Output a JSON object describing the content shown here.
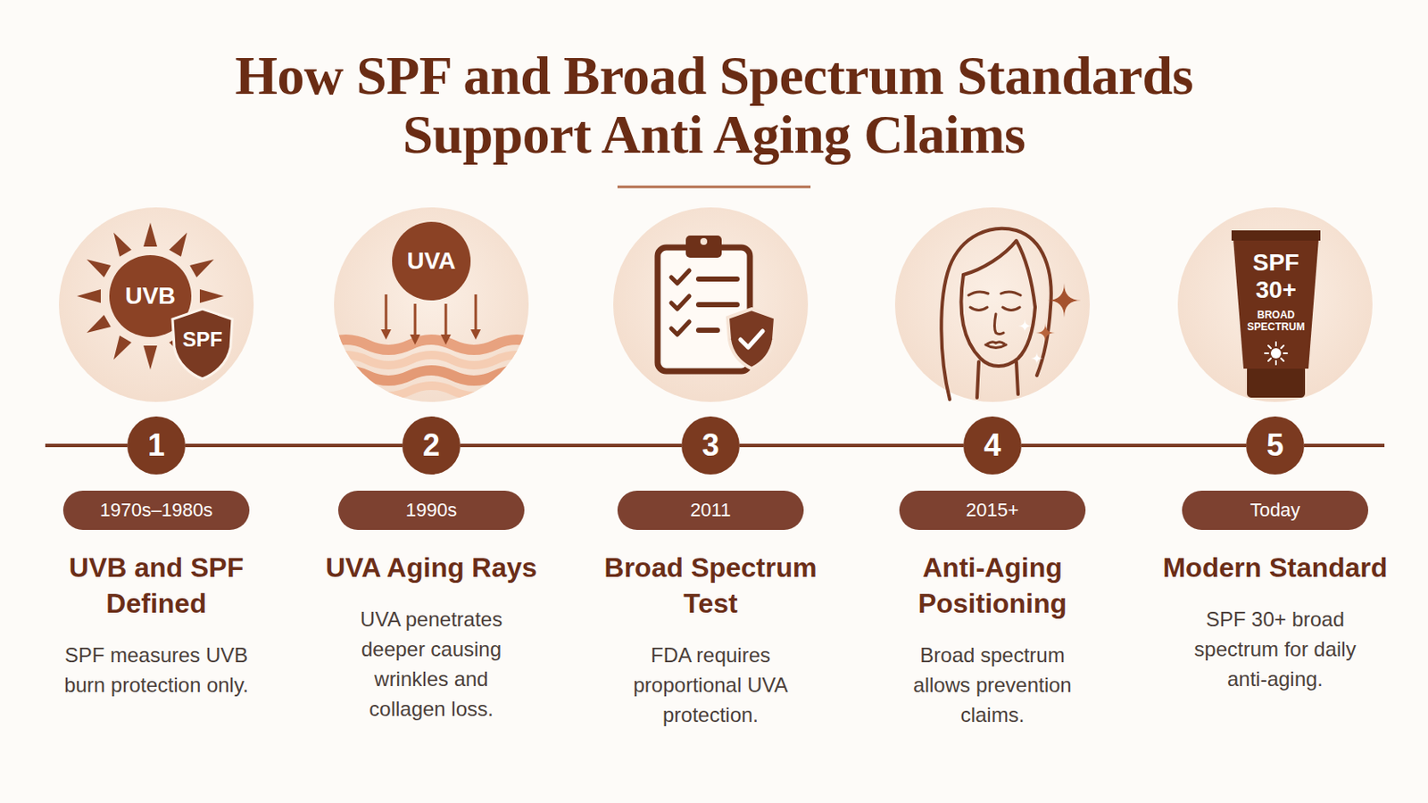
{
  "diagram": {
    "title": "How SPF and Broad Spectrum Standards Support Anti Aging Claims",
    "nodes": [
      {
        "text": [
          "UVB"
        ]
      },
      {
        "text": [
          "SPF"
        ]
      },
      {
        "text": [
          "UVA"
        ]
      },
      {
        "text": [
          "SPF 30+",
          "BROAD SPECTRUM"
        ]
      },
      {
        "text": [
          "1"
        ]
      },
      {
        "text": [
          "2"
        ]
      },
      {
        "text": [
          "3"
        ]
      },
      {
        "text": [
          "4"
        ]
      },
      {
        "text": [
          "5"
        ]
      },
      {
        "text": [
          "1970s–1980s"
        ]
      },
      {
        "text": [
          "1990s"
        ]
      },
      {
        "text": [
          "2011"
        ]
      },
      {
        "text": [
          "2015+"
        ]
      },
      {
        "text": [
          "Today"
        ]
      }
    ],
    "edges": [
      {
        "from": 4,
        "to": 5,
        "arrow": "none"
      },
      {
        "from": 5,
        "to": 6,
        "arrow": "none"
      },
      {
        "from": 6,
        "to": 7,
        "arrow": "none"
      },
      {
        "from": 7,
        "to": 8,
        "arrow": "none"
      }
    ],
    "labels": [
      "UVB and SPF Defined",
      "SPF measures UVB burn protection only.",
      "UVA Aging Rays",
      "UVA penetrates deeper causing wrinkles and collagen loss.",
      "Broad Spectrum Test",
      "FDA requires proportional UVA protection.",
      "Anti-Aging Positioning",
      "Broad spectrum allows prevention claims.",
      "Modern Standard",
      "SPF 30+ broad spectrum for daily anti-aging."
    ]
  }
}
